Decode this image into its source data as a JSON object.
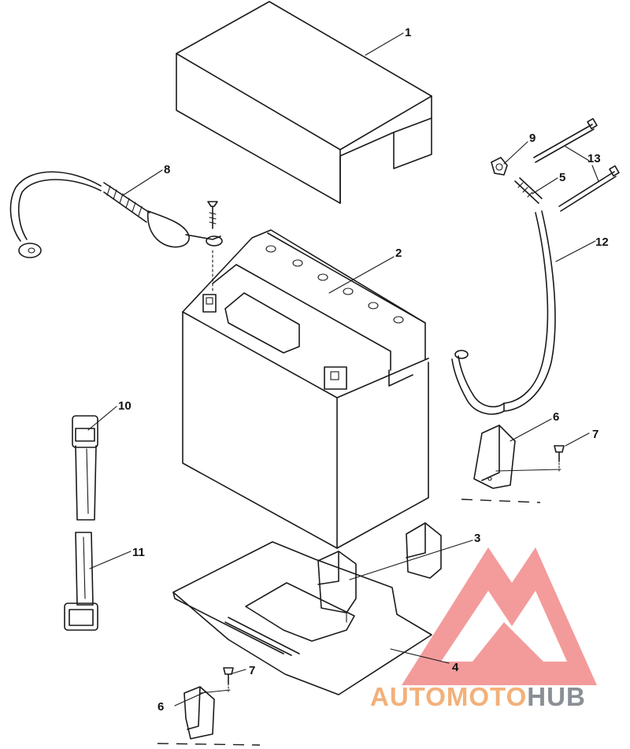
{
  "callouts": {
    "p1": "1",
    "p2": "2",
    "p3": "3",
    "p4": "4",
    "p5": "5",
    "p6a": "6",
    "p6b": "6",
    "p7a": "7",
    "p7b": "7",
    "p8": "8",
    "p9": "9",
    "p10": "10",
    "p11": "11",
    "p12": "12",
    "p13": "13"
  },
  "watermark": {
    "part1": "AUTOMOTO",
    "part2": "HUB",
    "color_light": "#f3b07a",
    "color_dark": "#8a8f96",
    "logo_color": "#f07a7a"
  }
}
